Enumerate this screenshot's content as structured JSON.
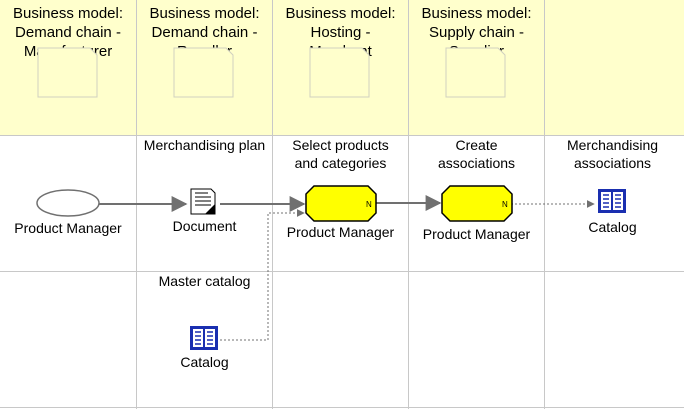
{
  "columns": [
    {
      "line1": "Business model:",
      "line2": "Demand chain -",
      "line3": "Manufacturer"
    },
    {
      "line1": "Business model:",
      "line2": "Demand chain -",
      "line3": "Reseller"
    },
    {
      "line1": "Business model:",
      "line2": "Hosting -",
      "line3": "Merchant"
    },
    {
      "line1": "Business model:",
      "line2": "Supply chain -",
      "line3": "Supplier"
    },
    {
      "line1": "",
      "line2": "",
      "line3": ""
    }
  ],
  "nodes": {
    "product_manager_role": {
      "label": "Product Manager"
    },
    "document": {
      "label": "Document",
      "caption": "Merchandising plan"
    },
    "select_products": {
      "caption_line1": "Select products",
      "caption_line2": "and categories",
      "label": "Product Manager",
      "marker": "N"
    },
    "create_associations": {
      "caption_line1": "Create",
      "caption_line2": "associations",
      "label": "Product Manager",
      "marker": "N"
    },
    "catalog_output": {
      "caption_line1": "Merchandising",
      "caption_line2": "associations",
      "label": "Catalog"
    },
    "catalog_master": {
      "caption": "Master catalog",
      "label": "Catalog"
    }
  },
  "colors": {
    "header_bg": "#ffffcc",
    "grid": "#c8c8c8",
    "activity_fill": "#ffff00",
    "connector": "#707070",
    "catalog_blue": "#1a2fb0"
  }
}
